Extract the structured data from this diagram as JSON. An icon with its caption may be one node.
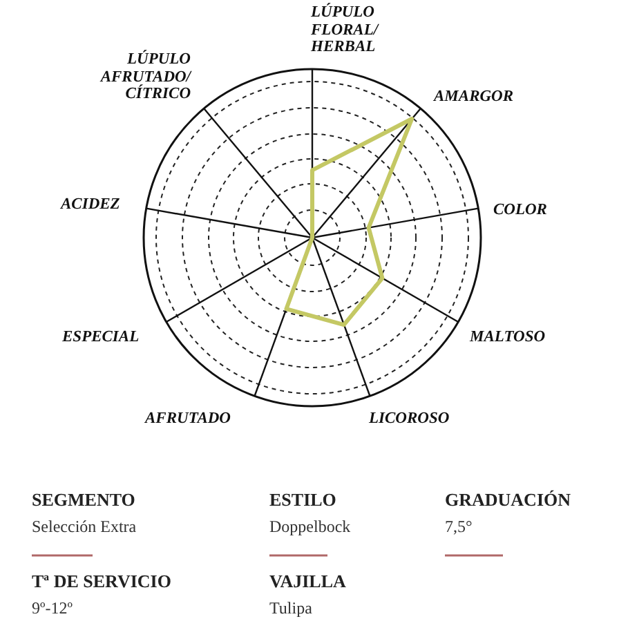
{
  "diagram": {
    "labels": [
      "LÚPULO FLORAL/ HERBAL",
      "LÚPULO AFRUTADO/ CÍTRICO",
      "AMARGOR",
      "ACIDEZ",
      "COLOR",
      "ESPECIAL",
      "MALTOSO",
      "AFRUTADO",
      "LICOROSO",
      "SEGMENTO",
      "ESTILO",
      "GRADUACIÓN",
      "Selección Extra",
      "Doppelbock",
      "7,5°",
      "Tª DE SERVICIO",
      "VAJILLA",
      "9º-12º",
      "Tulipa"
    ]
  }
}
